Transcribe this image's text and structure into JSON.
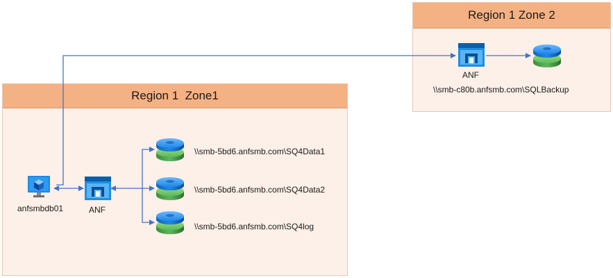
{
  "zones": {
    "zone1_title": "Region 1  Zone1",
    "zone2_title": "Region 1 Zone 2"
  },
  "nodes": {
    "vm_label": "anfsmbdb01",
    "anf_primary_label": "ANF",
    "anf_secondary_label": "ANF"
  },
  "volumes": {
    "data1_path": "\\\\smb-5bd6.anfsmb.com\\SQ4Data1",
    "data2_path": "\\\\smb-5bd6.anfsmb.com\\SQ4Data2",
    "log_path": "\\\\smb-5bd6.anfsmb.com\\SQ4log",
    "backup_path": "\\\\smb-c80b.anfsmb.com\\SQLBackup"
  },
  "colors": {
    "zone_header": "#f4b183",
    "zone_body": "#fdf0e8",
    "connector": "#4472c4",
    "disk_blue": "#1e88e5",
    "disk_green": "#5cb85c",
    "anf_blue": "#2196f3"
  },
  "icons": {
    "vm": "virtual-machine-icon",
    "anf": "azure-netapp-files-icon",
    "volume": "disk-volume-icon"
  }
}
